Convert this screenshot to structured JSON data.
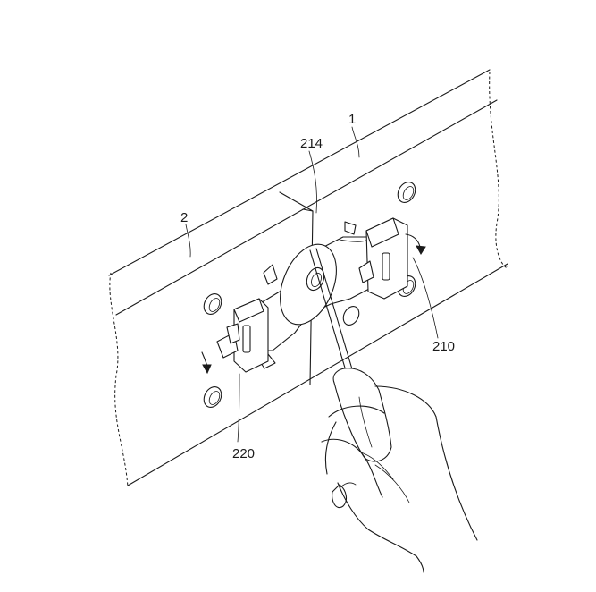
{
  "figure": {
    "labels": {
      "rail_1": "1",
      "rail_2": "2",
      "part_214": "214",
      "part_210": "210",
      "part_220": "220"
    }
  }
}
